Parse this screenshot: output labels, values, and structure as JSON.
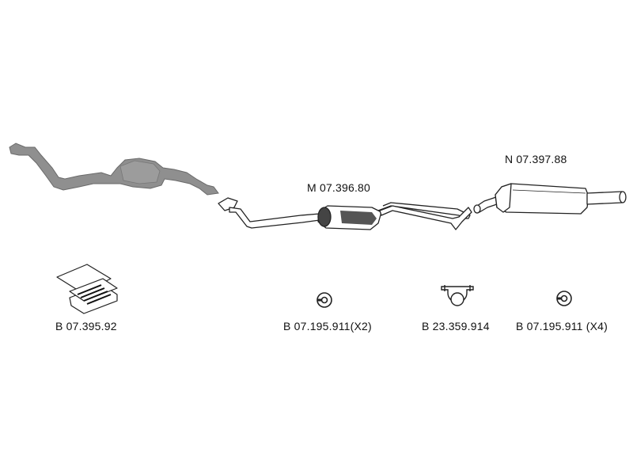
{
  "parts": {
    "middle_silencer": {
      "code": "M 07.396.80"
    },
    "rear_silencer": {
      "code": "N 07.397.88"
    },
    "mounting_kit": {
      "code": "B 07.395.92"
    },
    "rubber_hanger_a": {
      "code": "B 07.195.911(X2)"
    },
    "pipe_clamp": {
      "code": "B 23.359.914"
    },
    "rubber_hanger_b": {
      "code": "B 07.195.911 (X4)"
    }
  },
  "colors": {
    "line": "#222222",
    "front_section_fill": "#8f8f8f",
    "part_fill": "#ffffff",
    "muffler_dark": "#444444"
  }
}
